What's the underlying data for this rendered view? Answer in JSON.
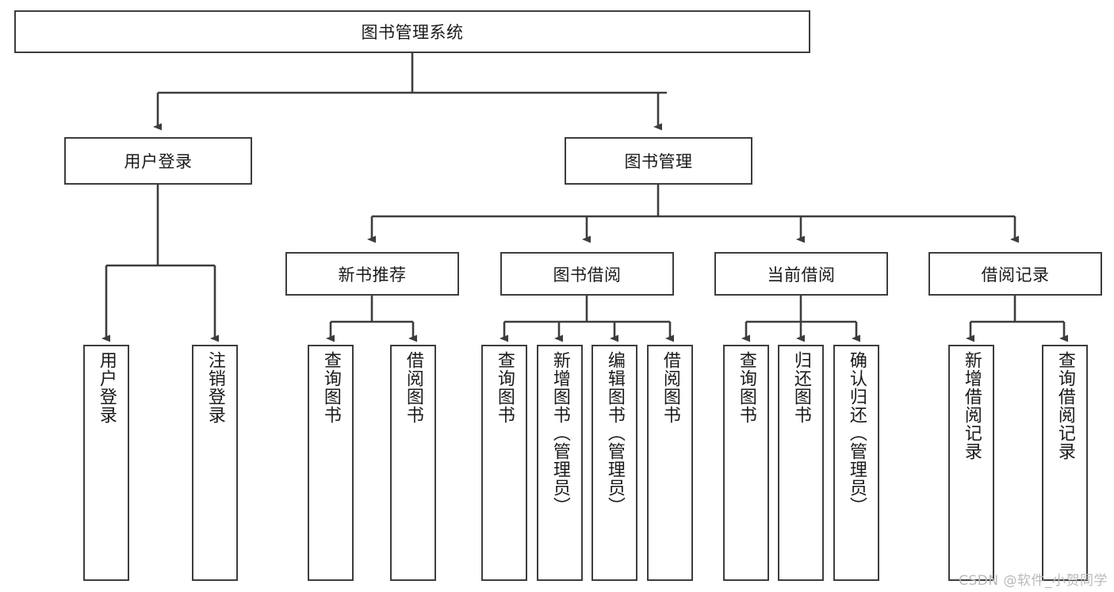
{
  "diagram": {
    "title": "图书管理系统",
    "type": "tree-hierarchy-chart",
    "stroke_color": "#3d3d3d",
    "background_color": "#ffffff",
    "text_color": "#1a1a1a",
    "watermark": "CSDN @软件_小贺同学"
  },
  "nodes": {
    "root": {
      "label": "图书管理系统"
    },
    "level1": [
      {
        "id": "user-login",
        "label": "用户登录"
      },
      {
        "id": "book-manage",
        "label": "图书管理"
      }
    ],
    "level2": [
      {
        "id": "new-book-recommend",
        "label": "新书推荐"
      },
      {
        "id": "book-borrow",
        "label": "图书借阅"
      },
      {
        "id": "current-borrow",
        "label": "当前借阅"
      },
      {
        "id": "borrow-record",
        "label": "借阅记录"
      }
    ],
    "leaves": {
      "user_login": [
        {
          "id": "leaf-user-login",
          "label": "用户登录"
        },
        {
          "id": "leaf-logout-login",
          "label": "注销登录"
        }
      ],
      "new_book_recommend": [
        {
          "id": "leaf-query-book-1",
          "label": "查询图书"
        },
        {
          "id": "leaf-borrow-book-1",
          "label": "借阅图书"
        }
      ],
      "book_borrow": [
        {
          "id": "leaf-query-book-2",
          "label": "查询图书"
        },
        {
          "id": "leaf-add-book",
          "label": "新增图书（管理员）"
        },
        {
          "id": "leaf-edit-book",
          "label": "编辑图书（管理员）"
        },
        {
          "id": "leaf-borrow-book-2",
          "label": "借阅图书"
        }
      ],
      "current_borrow": [
        {
          "id": "leaf-query-book-3",
          "label": "查询图书"
        },
        {
          "id": "leaf-return-book",
          "label": "归还图书"
        },
        {
          "id": "leaf-confirm-return",
          "label": "确认归还（管理员）"
        }
      ],
      "borrow_record": [
        {
          "id": "leaf-add-record",
          "label": "新增借阅记录"
        },
        {
          "id": "leaf-query-record",
          "label": "查询借阅记录"
        }
      ]
    }
  }
}
